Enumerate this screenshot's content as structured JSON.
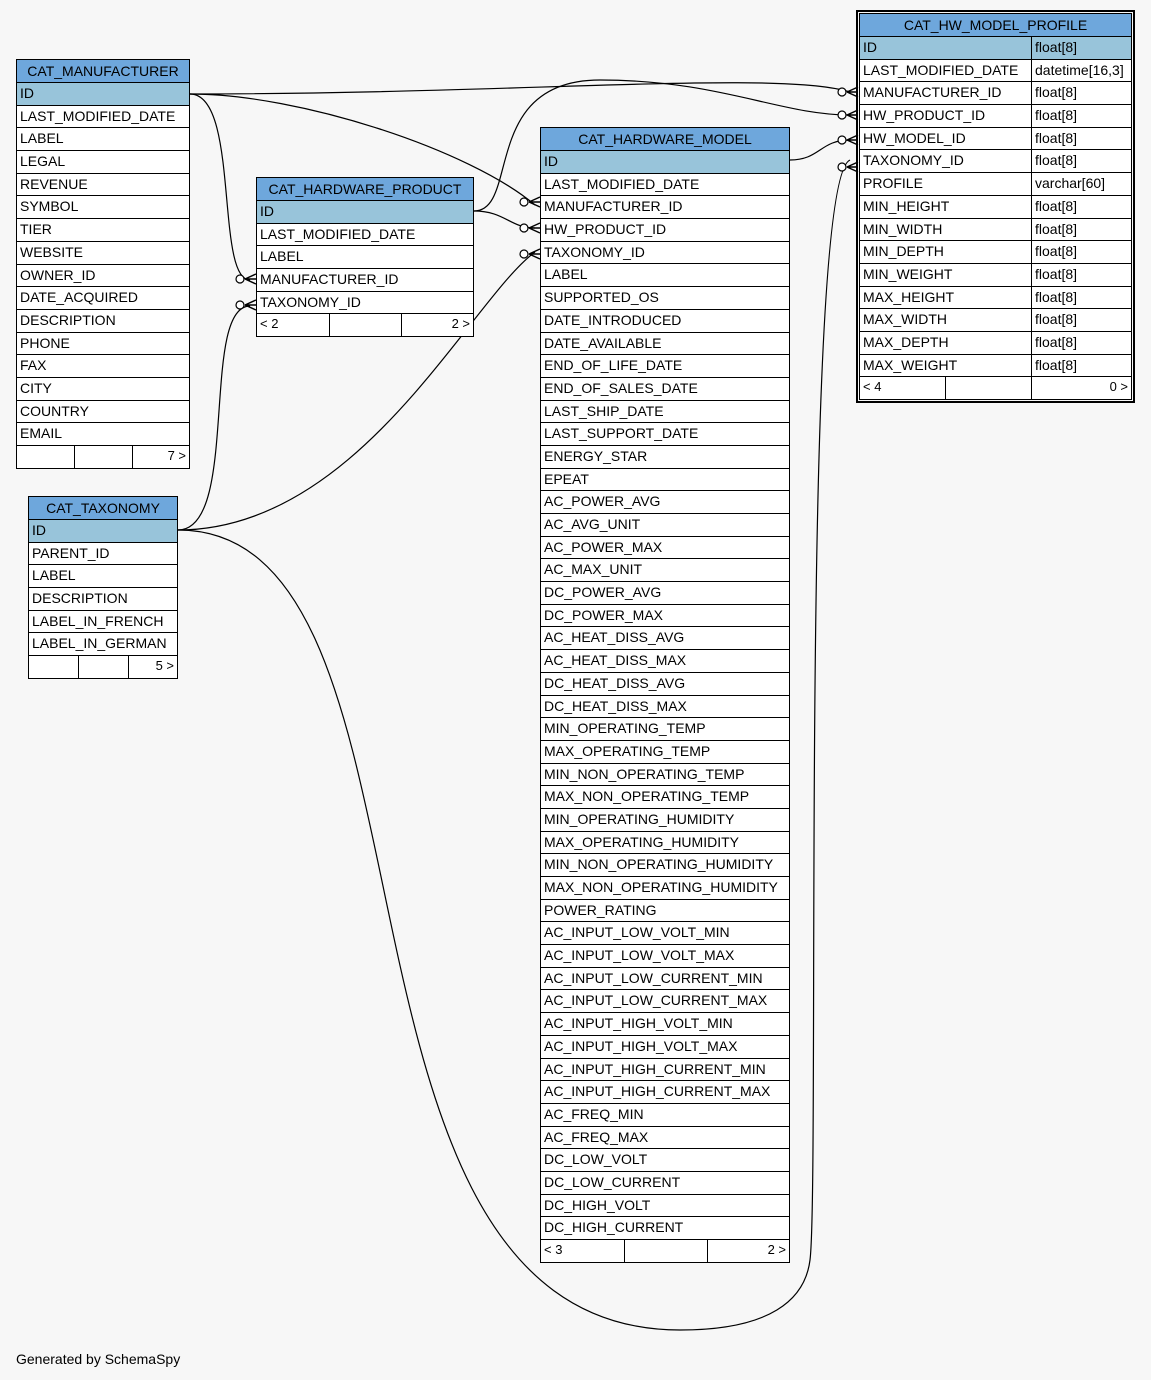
{
  "tables": {
    "manufacturer": {
      "name": "CAT_MANUFACTURER",
      "columns": [
        "ID",
        "LAST_MODIFIED_DATE",
        "LABEL",
        "LEGAL",
        "REVENUE",
        "SYMBOL",
        "TIER",
        "WEBSITE",
        "OWNER_ID",
        "DATE_ACQUIRED",
        "DESCRIPTION",
        "PHONE",
        "FAX",
        "CITY",
        "COUNTRY",
        "EMAIL"
      ],
      "footer": [
        "",
        "",
        "7 >"
      ]
    },
    "hardware_product": {
      "name": "CAT_HARDWARE_PRODUCT",
      "columns": [
        "ID",
        "LAST_MODIFIED_DATE",
        "LABEL",
        "MANUFACTURER_ID",
        "TAXONOMY_ID"
      ],
      "footer": [
        "< 2",
        "",
        "2 >"
      ]
    },
    "taxonomy": {
      "name": "CAT_TAXONOMY",
      "columns": [
        "ID",
        "PARENT_ID",
        "LABEL",
        "DESCRIPTION",
        "LABEL_IN_FRENCH",
        "LABEL_IN_GERMAN"
      ],
      "footer": [
        "",
        "",
        "5 >"
      ]
    },
    "hardware_model": {
      "name": "CAT_HARDWARE_MODEL",
      "columns": [
        "ID",
        "LAST_MODIFIED_DATE",
        "MANUFACTURER_ID",
        "HW_PRODUCT_ID",
        "TAXONOMY_ID",
        "LABEL",
        "SUPPORTED_OS",
        "DATE_INTRODUCED",
        "DATE_AVAILABLE",
        "END_OF_LIFE_DATE",
        "END_OF_SALES_DATE",
        "LAST_SHIP_DATE",
        "LAST_SUPPORT_DATE",
        "ENERGY_STAR",
        "EPEAT",
        "AC_POWER_AVG",
        "AC_AVG_UNIT",
        "AC_POWER_MAX",
        "AC_MAX_UNIT",
        "DC_POWER_AVG",
        "DC_POWER_MAX",
        "AC_HEAT_DISS_AVG",
        "AC_HEAT_DISS_MAX",
        "DC_HEAT_DISS_AVG",
        "DC_HEAT_DISS_MAX",
        "MIN_OPERATING_TEMP",
        "MAX_OPERATING_TEMP",
        "MIN_NON_OPERATING_TEMP",
        "MAX_NON_OPERATING_TEMP",
        "MIN_OPERATING_HUMIDITY",
        "MAX_OPERATING_HUMIDITY",
        "MIN_NON_OPERATING_HUMIDITY",
        "MAX_NON_OPERATING_HUMIDITY",
        "POWER_RATING",
        "AC_INPUT_LOW_VOLT_MIN",
        "AC_INPUT_LOW_VOLT_MAX",
        "AC_INPUT_LOW_CURRENT_MIN",
        "AC_INPUT_LOW_CURRENT_MAX",
        "AC_INPUT_HIGH_VOLT_MIN",
        "AC_INPUT_HIGH_VOLT_MAX",
        "AC_INPUT_HIGH_CURRENT_MIN",
        "AC_INPUT_HIGH_CURRENT_MAX",
        "AC_FREQ_MIN",
        "AC_FREQ_MAX",
        "DC_LOW_VOLT",
        "DC_LOW_CURRENT",
        "DC_HIGH_VOLT",
        "DC_HIGH_CURRENT"
      ],
      "footer": [
        "< 3",
        "",
        "2 >"
      ]
    },
    "hw_model_profile": {
      "name": "CAT_HW_MODEL_PROFILE",
      "columns": [
        {
          "name": "ID",
          "type": "float[8]"
        },
        {
          "name": "LAST_MODIFIED_DATE",
          "type": "datetime[16,3]"
        },
        {
          "name": "MANUFACTURER_ID",
          "type": "float[8]"
        },
        {
          "name": "HW_PRODUCT_ID",
          "type": "float[8]"
        },
        {
          "name": "HW_MODEL_ID",
          "type": "float[8]"
        },
        {
          "name": "TAXONOMY_ID",
          "type": "float[8]"
        },
        {
          "name": "PROFILE",
          "type": "varchar[60]"
        },
        {
          "name": "MIN_HEIGHT",
          "type": "float[8]"
        },
        {
          "name": "MIN_WIDTH",
          "type": "float[8]"
        },
        {
          "name": "MIN_DEPTH",
          "type": "float[8]"
        },
        {
          "name": "MIN_WEIGHT",
          "type": "float[8]"
        },
        {
          "name": "MAX_HEIGHT",
          "type": "float[8]"
        },
        {
          "name": "MAX_WIDTH",
          "type": "float[8]"
        },
        {
          "name": "MAX_DEPTH",
          "type": "float[8]"
        },
        {
          "name": "MAX_WEIGHT",
          "type": "float[8]"
        }
      ],
      "footer": [
        "< 4",
        "",
        "0 >"
      ]
    }
  },
  "generated_by": "Generated by SchemaSpy",
  "colors": {
    "title_bg": "#6ea7dc",
    "pk_bg": "#98c4da",
    "background": "#f7f7f7"
  }
}
